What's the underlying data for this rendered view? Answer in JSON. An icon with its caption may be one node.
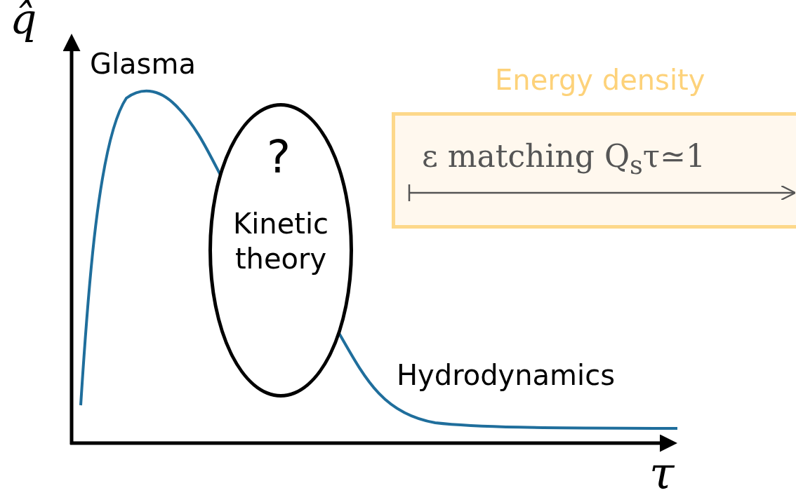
{
  "diagram": {
    "nodes": [
      {
        "text": [
          "?",
          "Kinetic theory"
        ]
      },
      {
        "text": [
          "Energy density",
          "ε matching Q$_{s}$τ≃1"
        ]
      }
    ],
    "labels": [
      "q̂",
      "Glasma",
      "Hydrodynamics",
      "τ"
    ]
  }
}
